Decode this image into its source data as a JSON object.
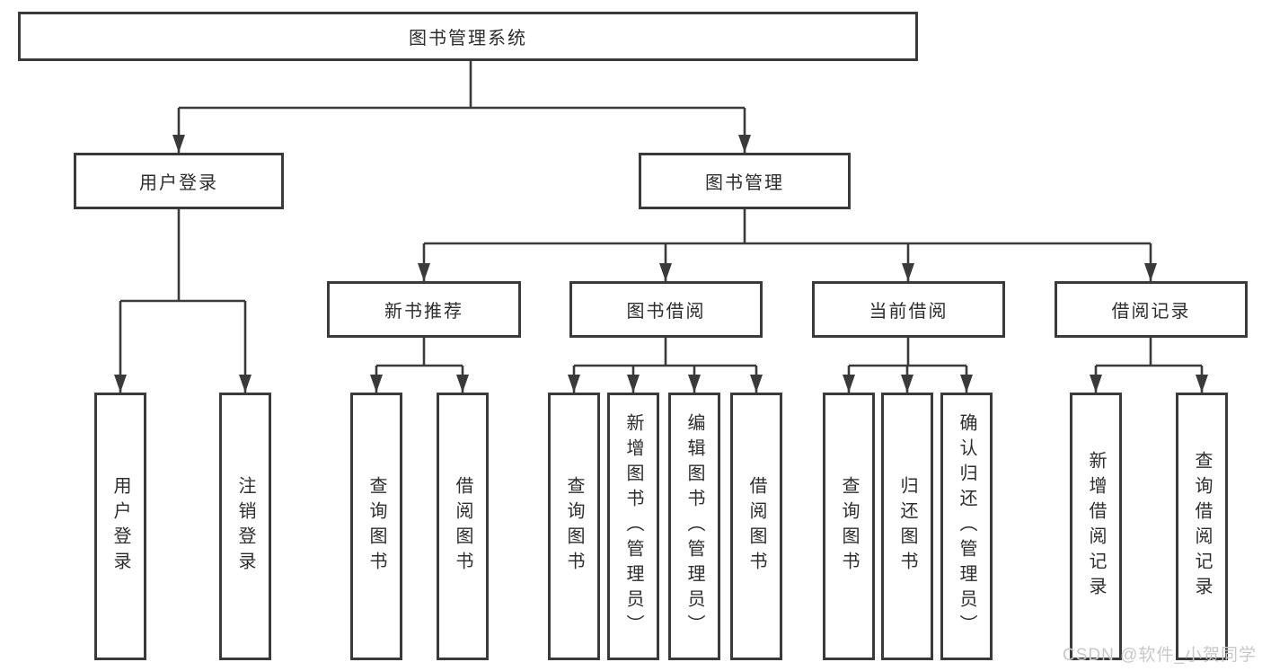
{
  "diagram": {
    "title": "图书管理系统",
    "level1": [
      "用户登录",
      "图书管理"
    ],
    "level2": [
      "新书推荐",
      "图书借阅",
      "当前借阅",
      "借阅记录"
    ],
    "leaves": {
      "user_login": [
        "用户登录",
        "注销登录"
      ],
      "new_book_recommend": [
        "查询图书",
        "借阅图书"
      ],
      "book_borrow": [
        "查询图书",
        "新增图书（管理员）",
        "编辑图书（管理员）",
        "借阅图书"
      ],
      "current_borrow": [
        "查询图书",
        "归还图书",
        "确认归还（管理员）"
      ],
      "borrow_record": [
        "新增借阅记录",
        "查询借阅记录"
      ]
    },
    "watermark": "CSDN @软件_小贺同学",
    "colors": {
      "line": "#3a3a3a",
      "text": "#2d2d2d",
      "watermark": "#c8c8c8",
      "background": "#ffffff"
    }
  }
}
